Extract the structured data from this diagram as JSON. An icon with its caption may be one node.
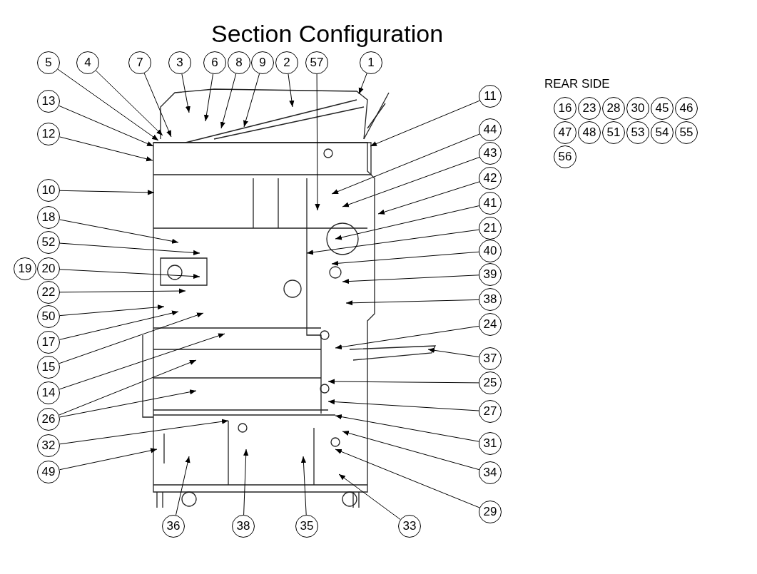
{
  "diagram": {
    "title": "Section Configuration",
    "nodes": [
      {
        "text": [
          "5"
        ]
      },
      {
        "text": [
          "4"
        ]
      },
      {
        "text": [
          "7"
        ]
      },
      {
        "text": [
          "3"
        ]
      },
      {
        "text": [
          "6"
        ]
      },
      {
        "text": [
          "8"
        ]
      },
      {
        "text": [
          "9"
        ]
      },
      {
        "text": [
          "2"
        ]
      },
      {
        "text": [
          "57"
        ]
      },
      {
        "text": [
          "1"
        ]
      },
      {
        "text": [
          "13"
        ]
      },
      {
        "text": [
          "12"
        ]
      },
      {
        "text": [
          "11"
        ]
      },
      {
        "text": [
          "44"
        ]
      },
      {
        "text": [
          "43"
        ]
      },
      {
        "text": [
          "42"
        ]
      },
      {
        "text": [
          "41"
        ]
      },
      {
        "text": [
          "10"
        ]
      },
      {
        "text": [
          "18"
        ]
      },
      {
        "text": [
          "52"
        ]
      },
      {
        "text": [
          "21"
        ]
      },
      {
        "text": [
          "40"
        ]
      },
      {
        "text": [
          "20"
        ]
      },
      {
        "text": [
          "39"
        ]
      },
      {
        "text": [
          "22"
        ]
      },
      {
        "text": [
          "38"
        ]
      },
      {
        "text": [
          "50"
        ]
      },
      {
        "text": [
          "17"
        ]
      },
      {
        "text": [
          "15"
        ]
      },
      {
        "text": [
          "24"
        ]
      },
      {
        "text": [
          "37"
        ]
      },
      {
        "text": [
          "14"
        ]
      },
      {
        "text": [
          "26"
        ]
      },
      {
        "text": [
          "25"
        ]
      },
      {
        "text": [
          "27"
        ]
      },
      {
        "text": [
          "32"
        ]
      },
      {
        "text": [
          "31"
        ]
      },
      {
        "text": [
          "49"
        ]
      },
      {
        "text": [
          "34"
        ]
      },
      {
        "text": [
          "29"
        ]
      },
      {
        "text": [
          "36"
        ]
      },
      {
        "text": [
          "38"
        ]
      },
      {
        "text": [
          "35"
        ]
      },
      {
        "text": [
          "33"
        ]
      },
      {
        "text": [
          "19"
        ]
      },
      {
        "text": [
          "16"
        ]
      },
      {
        "text": [
          "23"
        ]
      },
      {
        "text": [
          "28"
        ]
      },
      {
        "text": [
          "30"
        ]
      },
      {
        "text": [
          "45"
        ]
      },
      {
        "text": [
          "46"
        ]
      },
      {
        "text": [
          "47"
        ]
      },
      {
        "text": [
          "48"
        ]
      },
      {
        "text": [
          "51"
        ]
      },
      {
        "text": [
          "53"
        ]
      },
      {
        "text": [
          "54"
        ]
      },
      {
        "text": [
          "55"
        ]
      },
      {
        "text": [
          "56"
        ]
      }
    ],
    "edges": [
      {
        "from": 0,
        "to": null,
        "arrow": "to"
      },
      {
        "from": 1,
        "to": null,
        "arrow": "to"
      },
      {
        "from": 2,
        "to": null,
        "arrow": "to"
      },
      {
        "from": 3,
        "to": null,
        "arrow": "to"
      },
      {
        "from": 4,
        "to": null,
        "arrow": "to"
      },
      {
        "from": 5,
        "to": null,
        "arrow": "to"
      },
      {
        "from": 6,
        "to": null,
        "arrow": "to"
      },
      {
        "from": 7,
        "to": null,
        "arrow": "to"
      },
      {
        "from": 8,
        "to": null,
        "arrow": "to"
      },
      {
        "from": 9,
        "to": null,
        "arrow": "to"
      },
      {
        "from": 10,
        "to": null,
        "arrow": "to"
      },
      {
        "from": 11,
        "to": null,
        "arrow": "to"
      },
      {
        "from": 12,
        "to": null,
        "arrow": "to"
      },
      {
        "from": 13,
        "to": null,
        "arrow": "to"
      },
      {
        "from": 14,
        "to": null,
        "arrow": "to"
      },
      {
        "from": 15,
        "to": null,
        "arrow": "to"
      },
      {
        "from": 16,
        "to": null,
        "arrow": "to"
      },
      {
        "from": 17,
        "to": null,
        "arrow": "to"
      },
      {
        "from": 18,
        "to": null,
        "arrow": "to"
      },
      {
        "from": 19,
        "to": null,
        "arrow": "to"
      },
      {
        "from": 20,
        "to": null,
        "arrow": "to"
      },
      {
        "from": 21,
        "to": null,
        "arrow": "to"
      },
      {
        "from": 22,
        "to": null,
        "arrow": "to"
      },
      {
        "from": 23,
        "to": null,
        "arrow": "to"
      },
      {
        "from": 24,
        "to": null,
        "arrow": "to"
      },
      {
        "from": 25,
        "to": null,
        "arrow": "to"
      },
      {
        "from": 26,
        "to": null,
        "arrow": "to"
      },
      {
        "from": 27,
        "to": null,
        "arrow": "to"
      },
      {
        "from": 28,
        "to": null,
        "arrow": "to"
      },
      {
        "from": 29,
        "to": null,
        "arrow": "to"
      },
      {
        "from": 30,
        "to": null,
        "arrow": "to"
      },
      {
        "from": 31,
        "to": null,
        "arrow": "to"
      },
      {
        "from": 32,
        "to": null,
        "arrow": "to"
      },
      {
        "from": 32,
        "to": null,
        "arrow": "to"
      },
      {
        "from": 33,
        "to": null,
        "arrow": "to"
      },
      {
        "from": 34,
        "to": null,
        "arrow": "to"
      },
      {
        "from": 35,
        "to": null,
        "arrow": "to"
      },
      {
        "from": 36,
        "to": null,
        "arrow": "to"
      },
      {
        "from": 37,
        "to": null,
        "arrow": "to"
      },
      {
        "from": 38,
        "to": null,
        "arrow": "to"
      },
      {
        "from": 39,
        "to": null,
        "arrow": "to"
      },
      {
        "from": 40,
        "to": null,
        "arrow": "to"
      },
      {
        "from": 41,
        "to": null,
        "arrow": "to"
      },
      {
        "from": 42,
        "to": null,
        "arrow": "to"
      },
      {
        "from": 43,
        "to": null,
        "arrow": "to"
      }
    ],
    "labels": [
      "REAR SIDE"
    ]
  }
}
